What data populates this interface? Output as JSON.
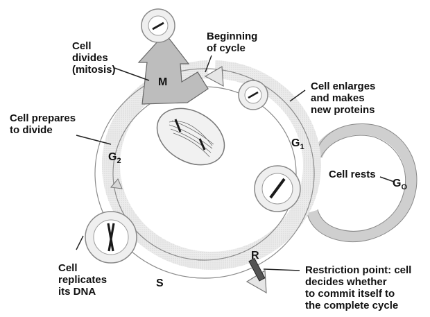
{
  "labels": {
    "beginning": "Beginning\nof cycle",
    "divides": "Cell\ndivides\n(mitosis)",
    "enlarges": "Cell enlarges\nand makes\nnew proteins",
    "prepares": "Cell prepares\nto divide",
    "rests": "Cell rests",
    "replicates": "Cell\nreplicates\nits DNA",
    "restriction": "Restriction point: cell\ndecides whether\nto commit itself to\nthe complete cycle"
  },
  "phases": {
    "m": "M",
    "g2": "G",
    "g2_sub": "2",
    "g1": "G",
    "g1_sub": "1",
    "g0": "G",
    "g0_sub": "O",
    "s": "S",
    "r": "R"
  },
  "colors": {
    "ring_fill": "#e9e9e9",
    "ring_stroke": "#777777",
    "chromosome": "#1a1a1a",
    "text": "#111111"
  }
}
